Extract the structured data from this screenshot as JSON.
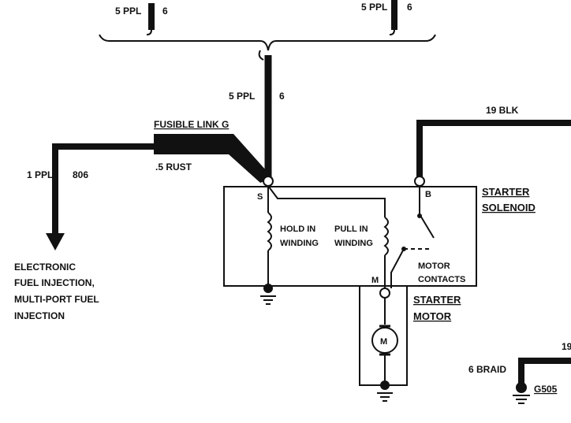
{
  "wires": {
    "top_left": {
      "label": "5 PPL",
      "circuit": "6"
    },
    "top_right": {
      "label": "5 PPL",
      "circuit": "6"
    },
    "main_feed": {
      "label": "5 PPL",
      "circuit": "6"
    },
    "solenoid_feed": {
      "label": "19 BLK"
    },
    "efi_feed": {
      "label": "1 PPL",
      "circuit": "806"
    },
    "ground_strap": {
      "label": "6 BRAID"
    },
    "partial_right": {
      "label": "19"
    }
  },
  "fusible_link": {
    "title": "FUSIBLE LINK G",
    "size": ".5 RUST"
  },
  "efi_label_lines": [
    "ELECTRONIC",
    "FUEL INJECTION,",
    "MULTI-PORT FUEL",
    "INJECTION"
  ],
  "solenoid": {
    "title_lines": [
      "STARTER",
      "SOLENOID"
    ],
    "terminal_s": "S",
    "terminal_b": "B",
    "terminal_m": "M",
    "hold_in_lines": [
      "HOLD IN",
      "WINDING"
    ],
    "pull_in_lines": [
      "PULL IN",
      "WINDING"
    ],
    "contacts_lines": [
      "MOTOR",
      "CONTACTS"
    ]
  },
  "motor": {
    "title_lines": [
      "STARTER",
      "MOTOR"
    ],
    "symbol": "M"
  },
  "ground": {
    "id": "G505"
  },
  "colors": {
    "ink": "#111111",
    "background": "#ffffff"
  }
}
